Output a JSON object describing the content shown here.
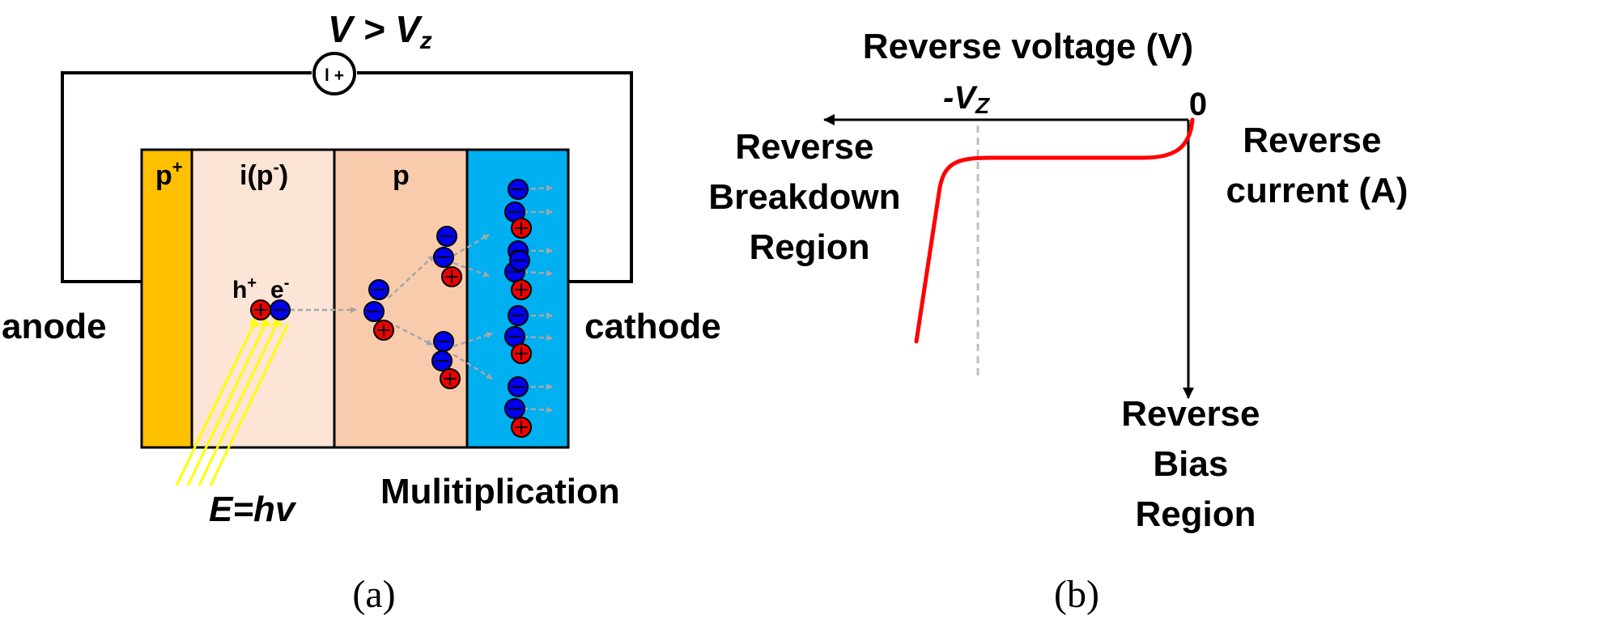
{
  "panel_a": {
    "source_label_main": "V > V",
    "source_label_sub": "z",
    "source_symbol": "l +",
    "layer_p_plus": "p",
    "layer_p_plus_sup": "+",
    "layer_intrinsic": "i(p",
    "layer_intrinsic_sup": "-",
    "layer_intrinsic_close": ")",
    "layer_p": "p",
    "hole_label": "h",
    "hole_label_sup": "+",
    "electron_label": "e",
    "electron_label_sup": "-",
    "anode_label": "anode",
    "cathode_label": "cathode",
    "photon_label": "E=hv",
    "multiplication_label": "Mulitiplication",
    "caption": "(a)",
    "colors": {
      "p_plus_layer": "#ffc000",
      "intrinsic_layer": "#fce4d6",
      "p_layer": "#f8cbad",
      "n_layer": "#00b0f0",
      "electron": "#0000ee",
      "hole": "#ee0000",
      "photon": "#ffff00",
      "arrow": "#a6a6a6"
    }
  },
  "panel_b": {
    "x_axis_label": "Reverse voltage (V)",
    "zener_label_main": "-V",
    "zener_label_sub": "Z",
    "origin_label": "0",
    "y_axis_label_line1": "Reverse",
    "y_axis_label_line2": "current (A)",
    "breakdown_line1": "Reverse",
    "breakdown_line2": "Breakdown",
    "breakdown_line3": "Region",
    "bias_line1": "Reverse",
    "bias_line2": "Bias",
    "bias_line3": "Region",
    "caption": "(b)",
    "colors": {
      "curve": "#ff0000",
      "zener_line": "#bfbfbf"
    }
  }
}
